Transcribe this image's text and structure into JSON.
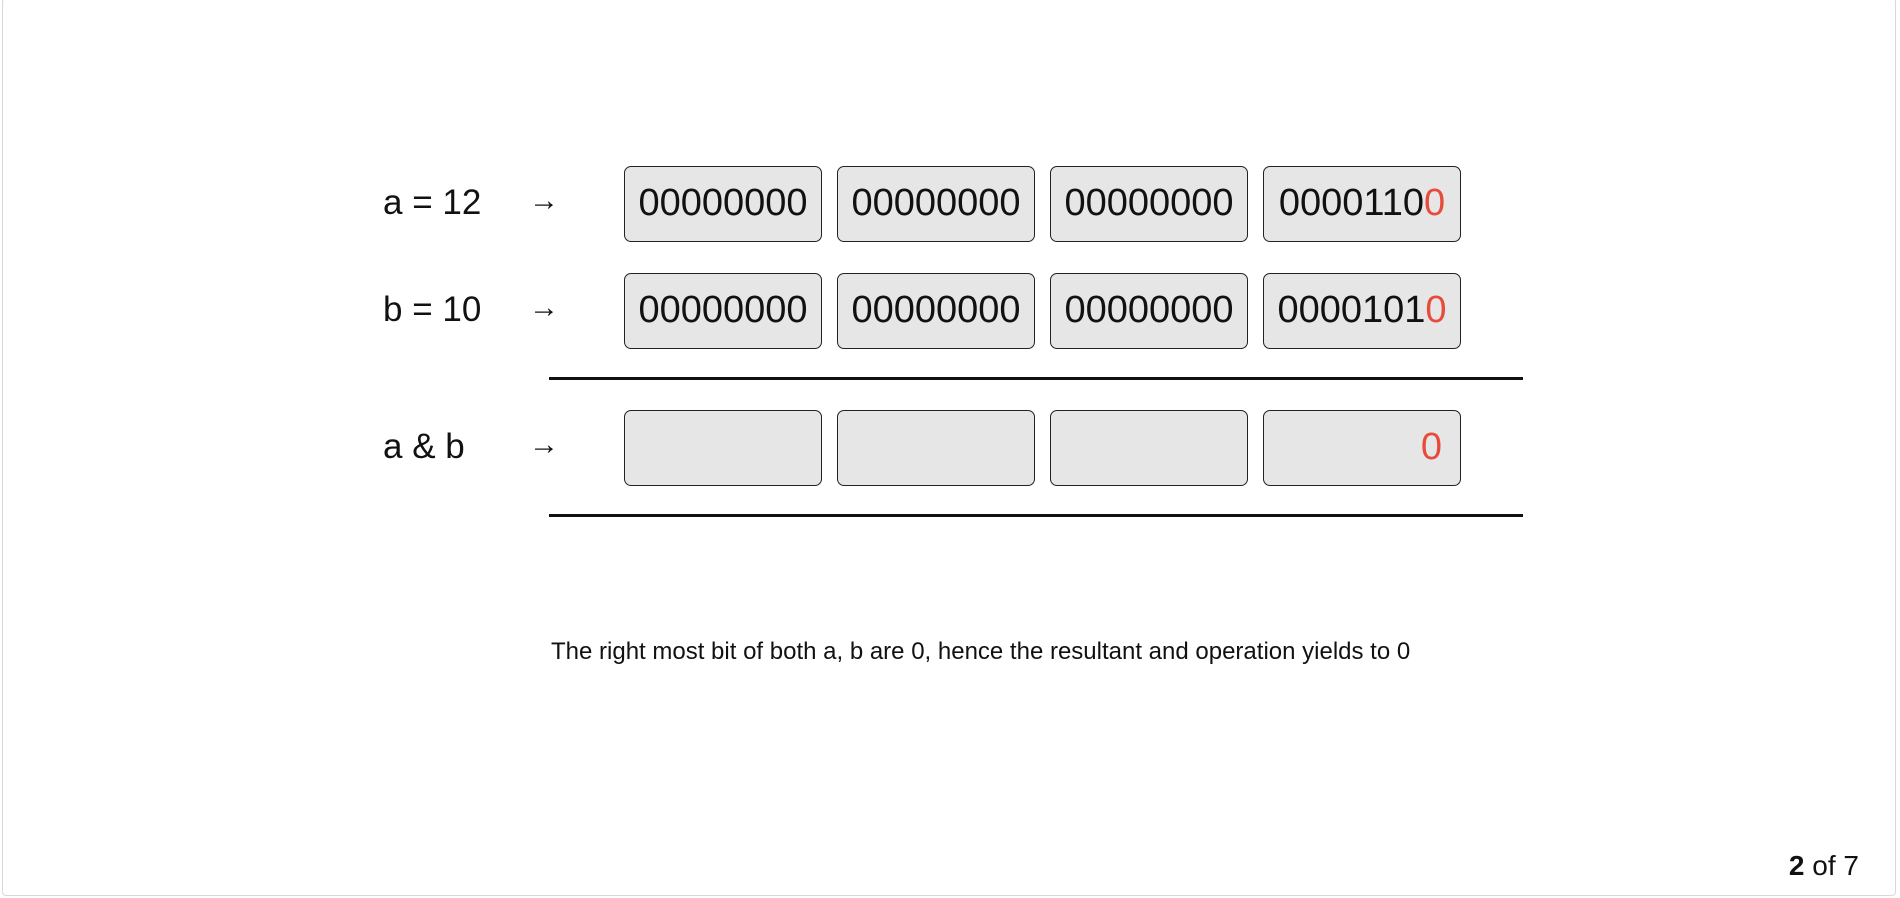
{
  "rows": [
    {
      "label": "a = 12",
      "arrow": "→",
      "bytes": [
        "00000000",
        "00000000",
        "00000000"
      ],
      "last_byte_prefix": "0000110",
      "last_byte_highlight": "0"
    },
    {
      "label": "b = 10",
      "arrow": "→",
      "bytes": [
        "00000000",
        "00000000",
        "00000000"
      ],
      "last_byte_prefix": "0000101",
      "last_byte_highlight": "0"
    },
    {
      "label": "a & b",
      "arrow": "→",
      "bytes": [
        "",
        "",
        ""
      ],
      "last_byte_prefix": "",
      "last_byte_highlight": "0"
    }
  ],
  "caption": "The right most bit of both a, b are 0, hence the resultant and operation yields to 0",
  "pager": {
    "current": "2",
    "separator": " of ",
    "total": "7"
  },
  "colors": {
    "highlight": "#e84b3c",
    "box_fill": "#e6e6e6"
  }
}
